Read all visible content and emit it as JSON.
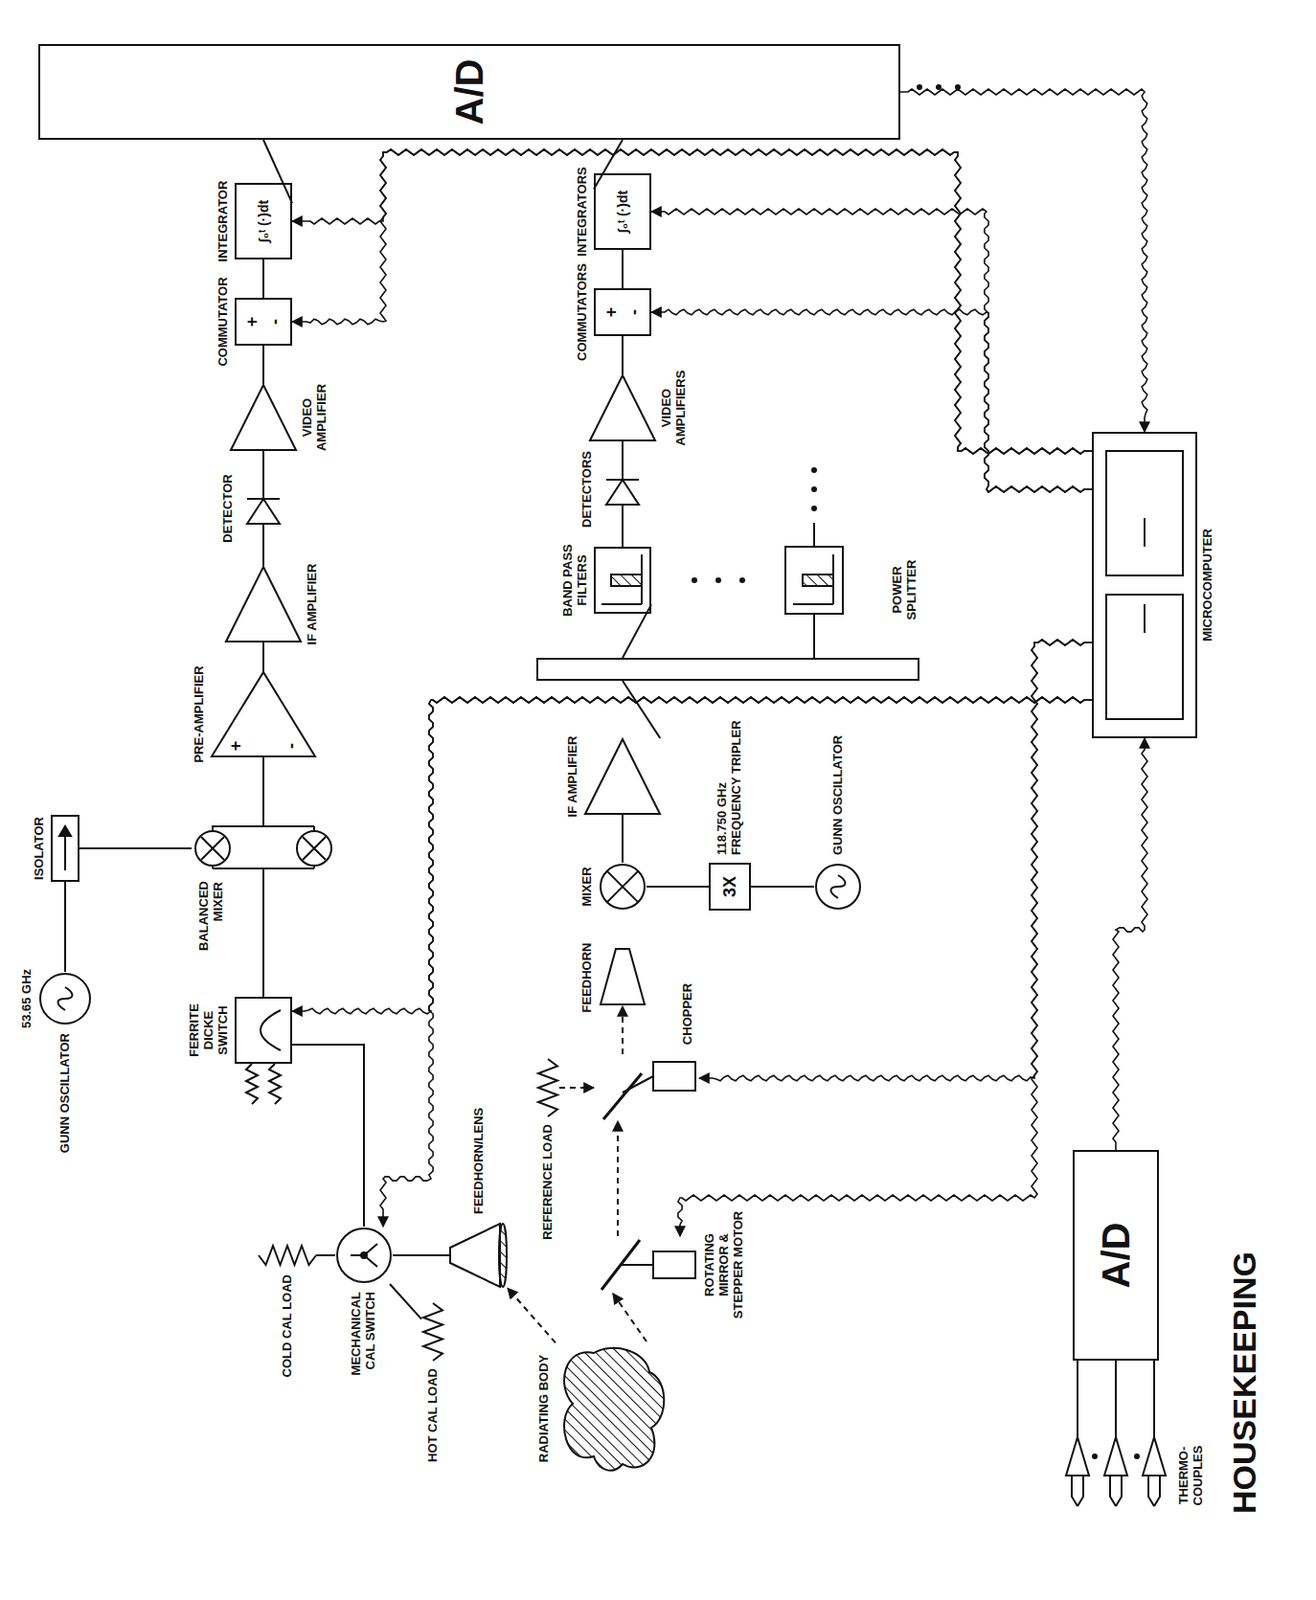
{
  "diagram": {
    "nodes": [
      {
        "text": [
          "GUNN OSCILLATOR",
          "53.65 GHz"
        ]
      },
      {
        "text": [
          "ISOLATOR"
        ]
      },
      {
        "text": [
          "BALANCED MIXER"
        ]
      },
      {
        "text": [
          "PRE-AMPLIFIER",
          "+",
          "-"
        ]
      },
      {
        "text": [
          "IF AMPLIFIER"
        ]
      },
      {
        "text": [
          "DETECTOR"
        ]
      },
      {
        "text": [
          "VIDEO AMPLIFIER"
        ]
      },
      {
        "text": [
          "COMMUTATOR",
          "+",
          "-"
        ]
      },
      {
        "text": [
          "INTEGRATOR",
          "∫₀ᵗ (·)dt"
        ]
      },
      {
        "text": [
          "A/D"
        ]
      },
      {
        "text": [
          "FERRITE DICKE SWITCH"
        ]
      },
      {
        "text": [
          "HOT CAL LOAD"
        ]
      },
      {
        "text": [
          "MECHANICAL CAL SWITCH"
        ]
      },
      {
        "text": [
          "COLD CAL LOAD"
        ]
      },
      {
        "text": [
          "FEEDHORN/LENS"
        ]
      },
      {
        "text": [
          "RADIATING BODY"
        ]
      },
      {
        "text": [
          "ROTATING MIRROR & STEPPER MOTOR"
        ]
      },
      {
        "text": [
          "REFERENCE LOAD"
        ]
      },
      {
        "text": [
          "CHOPPER"
        ]
      },
      {
        "text": [
          "FEEDHORN"
        ]
      },
      {
        "text": [
          "MIXER"
        ]
      },
      {
        "text": [
          "118.750 GHz",
          "FREQUENCY TRIPLER",
          "3X"
        ]
      },
      {
        "text": [
          "GUNN OSCILLATOR"
        ]
      },
      {
        "text": [
          "IF AMPLIFIER"
        ]
      },
      {
        "text": [
          "POWER SPLITTER"
        ]
      },
      {
        "text": [
          "BAND PASS FILTERS"
        ]
      },
      {
        "text": [
          "DETECTORS"
        ]
      },
      {
        "text": [
          "VIDEO AMPLIFIERS"
        ]
      },
      {
        "text": [
          "COMMUTATORS",
          "+",
          "-"
        ]
      },
      {
        "text": [
          "INTEGRATORS",
          "∫₀ᵗ (·)dt"
        ]
      },
      {
        "text": [
          "MICROCOMPUTER"
        ]
      },
      {
        "text": [
          "A/D"
        ]
      },
      {
        "text": [
          "THERMO-COUPLES"
        ]
      }
    ],
    "edges": [
      {
        "from": 0,
        "to": 1,
        "arrow": "none"
      },
      {
        "from": 1,
        "to": 2,
        "arrow": "none"
      },
      {
        "from": 10,
        "to": 2,
        "arrow": "none"
      },
      {
        "from": 2,
        "to": 3,
        "arrow": "none"
      },
      {
        "from": 3,
        "to": 4,
        "arrow": "none"
      },
      {
        "from": 4,
        "to": 5,
        "arrow": "none"
      },
      {
        "from": 5,
        "to": 6,
        "arrow": "none"
      },
      {
        "from": 6,
        "to": 7,
        "arrow": "none"
      },
      {
        "from": 7,
        "to": 8,
        "arrow": "none"
      },
      {
        "from": 8,
        "to": 9,
        "arrow": "none"
      },
      {
        "from": 12,
        "to": 10,
        "arrow": "none"
      },
      {
        "from": 11,
        "to": 12,
        "arrow": "none"
      },
      {
        "from": 13,
        "to": 12,
        "arrow": "none"
      },
      {
        "from": 14,
        "to": 12,
        "arrow": "none"
      },
      {
        "from": 15,
        "to": 14,
        "arrow": "to"
      },
      {
        "from": 15,
        "to": 16,
        "arrow": "to"
      },
      {
        "from": 16,
        "to": 18,
        "arrow": "to"
      },
      {
        "from": 18,
        "to": 19,
        "arrow": "to"
      },
      {
        "from": 17,
        "to": 18,
        "arrow": "to"
      },
      {
        "from": 22,
        "to": 21,
        "arrow": "none"
      },
      {
        "from": 21,
        "to": 20,
        "arrow": "none"
      },
      {
        "from": 20,
        "to": 23,
        "arrow": "none"
      },
      {
        "from": 23,
        "to": 24,
        "arrow": "none"
      },
      {
        "from": 24,
        "to": 25,
        "arrow": "none"
      },
      {
        "from": 25,
        "to": 26,
        "arrow": "none"
      },
      {
        "from": 26,
        "to": 27,
        "arrow": "none"
      },
      {
        "from": 27,
        "to": 28,
        "arrow": "none"
      },
      {
        "from": 28,
        "to": 29,
        "arrow": "none"
      },
      {
        "from": 29,
        "to": 9,
        "arrow": "none"
      },
      {
        "from": 32,
        "to": 31,
        "arrow": "none"
      },
      {
        "from": 31,
        "to": 30,
        "arrow": "to"
      },
      {
        "from": 9,
        "to": 30,
        "arrow": "to"
      },
      {
        "from": 30,
        "to": 10,
        "arrow": "to"
      },
      {
        "from": 30,
        "to": 12,
        "arrow": "to"
      },
      {
        "from": 30,
        "to": 7,
        "arrow": "to"
      },
      {
        "from": 30,
        "to": 8,
        "arrow": "to"
      },
      {
        "from": 30,
        "to": 28,
        "arrow": "to"
      },
      {
        "from": 30,
        "to": 29,
        "arrow": "to"
      },
      {
        "from": 30,
        "to": 18,
        "arrow": "to"
      },
      {
        "from": 30,
        "to": 16,
        "arrow": "to"
      }
    ],
    "labels": [
      "HOUSEKEEPING"
    ]
  }
}
